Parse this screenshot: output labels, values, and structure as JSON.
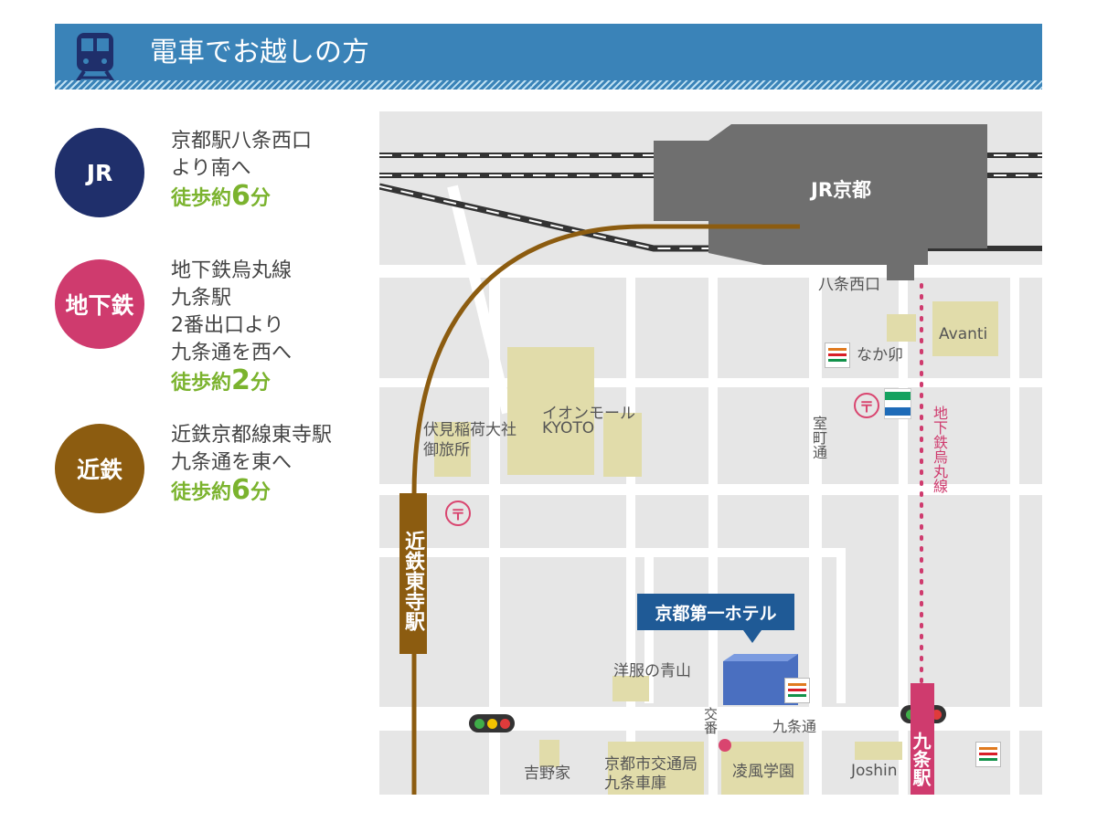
{
  "header": {
    "title": "電車でお越しの方",
    "icon": "train-icon"
  },
  "routes": [
    {
      "badge": "JR",
      "color": "#1f2f6b",
      "lines": [
        "京都駅八条西口",
        "より南へ"
      ],
      "walk_prefix": "徒歩約",
      "walk_num": "6",
      "walk_suffix": "分"
    },
    {
      "badge": "地下鉄",
      "color": "#cf3b6e",
      "lines": [
        "地下鉄烏丸線",
        "九条駅",
        "2番出口より",
        "九条通を西へ"
      ],
      "walk_prefix": "徒歩約",
      "walk_num": "2",
      "walk_suffix": "分"
    },
    {
      "badge": "近鉄",
      "color": "#8c5c10",
      "lines": [
        "近鉄京都線東寺駅",
        "九条通を東へ"
      ],
      "walk_prefix": "徒歩約",
      "walk_num": "6",
      "walk_suffix": "分"
    }
  ],
  "map": {
    "jr_kyoto": "JR京都",
    "hachijo_nishiguchi": "八条西口",
    "avanti": "Avanti",
    "nakau": "なか卯",
    "aeon_mall": "イオンモール",
    "aeon_kyoto": "KYOTO",
    "fushimi_1": "伏見稲荷大社",
    "fushimi_2": "御旅所",
    "muromachi": "室町通",
    "karasuma_line": "地下鉄烏丸線",
    "kintetsu_toji": "近鉄東寺駅",
    "hotel": "京都第一ホテル",
    "yofuku_aoyama": "洋服の青山",
    "koban": "交番",
    "kujo_dori": "九条通",
    "yoshinoya": "吉野家",
    "bus_depot_1": "京都市交通局",
    "bus_depot_2": "九条車庫",
    "ryoho": "凌風学園",
    "joshin": "Joshin",
    "kujo_station": "九条駅"
  },
  "colors": {
    "header": "#3a83b8",
    "kintetsu": "#8c5c10",
    "subway": "#cf3b6e",
    "walk_text": "#7bb32e",
    "hotel_callout": "#1f5a96"
  }
}
